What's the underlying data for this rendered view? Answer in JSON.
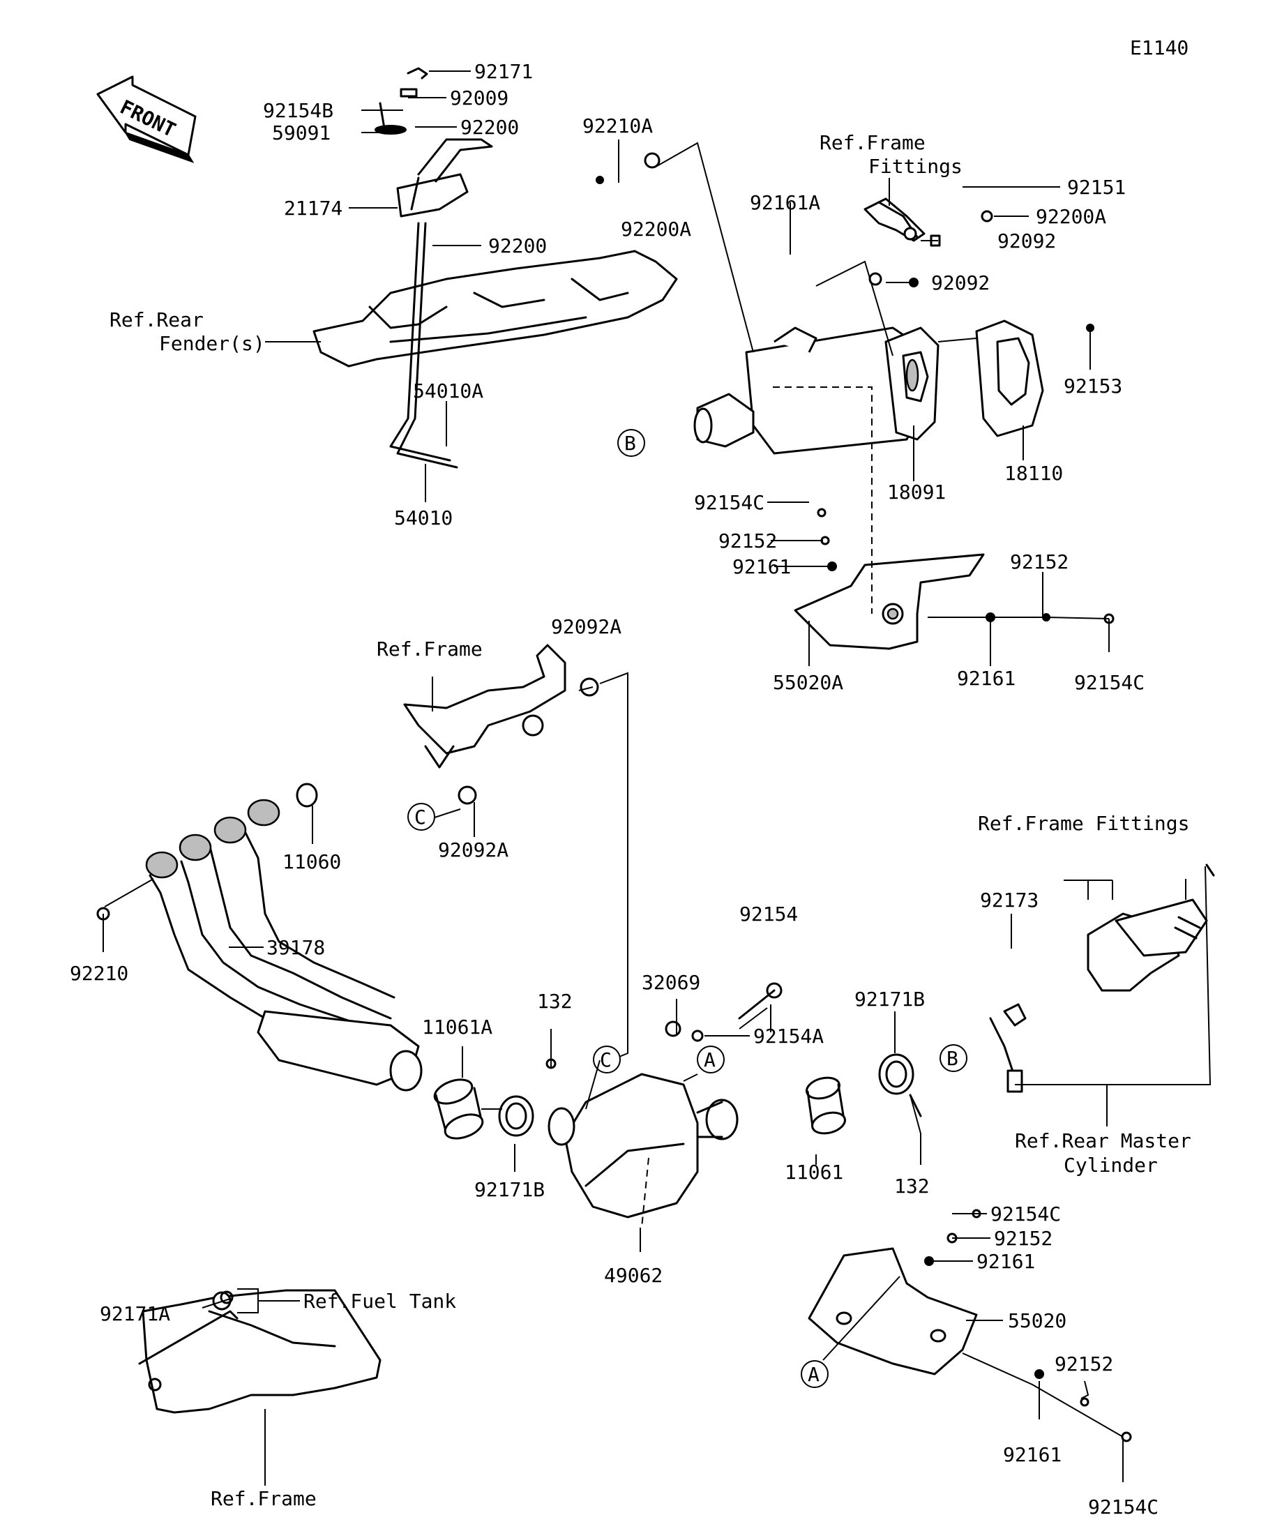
{
  "diagram_code": "E1140",
  "front_label": "FRONT",
  "callouts": {
    "a1": "A",
    "a2": "A",
    "b1": "B",
    "b2": "B",
    "c1": "C",
    "c2": "C"
  },
  "labels": {
    "p92171": "92171",
    "p92009": "92009",
    "p92154B": "92154B",
    "p92200_a": "92200",
    "p59091": "59091",
    "p21174": "21174",
    "p92200_b": "92200",
    "ref_rear_fender_1": "Ref.Rear",
    "ref_rear_fender_2": "Fender(s)",
    "p54010A": "54010A",
    "p54010": "54010",
    "p92210A": "92210A",
    "p92200A_a": "92200A",
    "ref_frame_fittings_1": "Ref.Frame",
    "ref_frame_fittings_2": "Fittings",
    "p92161A": "92161A",
    "p92151": "92151",
    "p92200A_b": "92200A",
    "p92092_a": "92092",
    "p92092_b": "92092",
    "p92153": "92153",
    "p18091": "18091",
    "p18110": "18110",
    "p92154C_a": "92154C",
    "p92152_a": "92152",
    "p92161_a": "92161",
    "p92152_b": "92152",
    "p55020A": "55020A",
    "p92161_b": "92161",
    "p92154C_b": "92154C",
    "ref_frame_a": "Ref.Frame",
    "p92092A_a": "92092A",
    "p92092A_b": "92092A",
    "p11060": "11060",
    "p92210": "92210",
    "p39178": "39178",
    "p11061A": "11061A",
    "p132_a": "132",
    "p92171B_a": "92171B",
    "p32069": "32069",
    "p92154": "92154",
    "p92154A": "92154A",
    "p49062": "49062",
    "p92171B_b": "92171B",
    "p11061": "11061",
    "p132_b": "132",
    "ref_frame_fittings_3": "Ref.Frame Fittings",
    "p92173": "92173",
    "ref_rear_master_1": "Ref.Rear Master",
    "ref_rear_master_2": "Cylinder",
    "p92154C_c": "92154C",
    "p92152_c": "92152",
    "p92161_c": "92161",
    "p55020": "55020",
    "p92152_d": "92152",
    "p92161_d": "92161",
    "p92154C_d": "92154C",
    "p92171A": "92171A",
    "ref_fuel_tank": "Ref.Fuel Tank",
    "ref_frame_b": "Ref.Frame"
  }
}
